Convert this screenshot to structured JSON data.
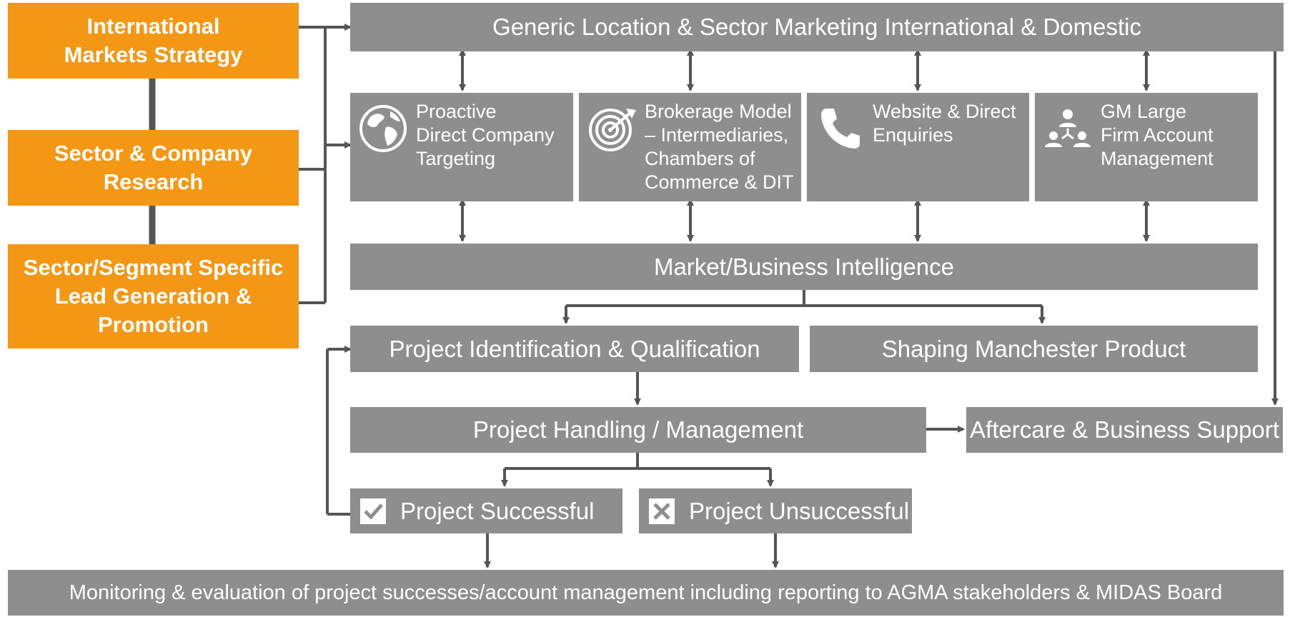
{
  "left": {
    "strategy": "International Markets Strategy",
    "research": "Sector & Company Research",
    "leadgen": "Sector/Segment Specific Lead Generation & Promotion"
  },
  "generic_marketing": "Generic Location & Sector Marketing International & Domestic",
  "cards": [
    {
      "label": "Proactive\nDirect Company\nTargeting",
      "icon": "globe-icon"
    },
    {
      "label": "Brokerage Model\n– Intermediaries,\nChambers of\nCommerce & DIT",
      "icon": "target-icon"
    },
    {
      "label": "Website & Direct\nEnquiries",
      "icon": "phone-icon"
    },
    {
      "label": "GM Large\nFirm Account\nManagement",
      "icon": "people-network-icon"
    }
  ],
  "market_intelligence": "Market/Business Intelligence",
  "project_identification": "Project Identification & Qualification",
  "shaping_product": "Shaping Manchester Product",
  "project_handling": "Project Handling / Management",
  "aftercare": "Aftercare & Business Support",
  "project_successful": "Project Successful",
  "project_unsuccessful": "Project Unsuccessful",
  "monitoring": "Monitoring & evaluation of project successes/account management including reporting to AGMA stakeholders & MIDAS Board",
  "colors": {
    "orange": "#f39714",
    "grey": "#8e8e8e",
    "line": "#555555"
  }
}
